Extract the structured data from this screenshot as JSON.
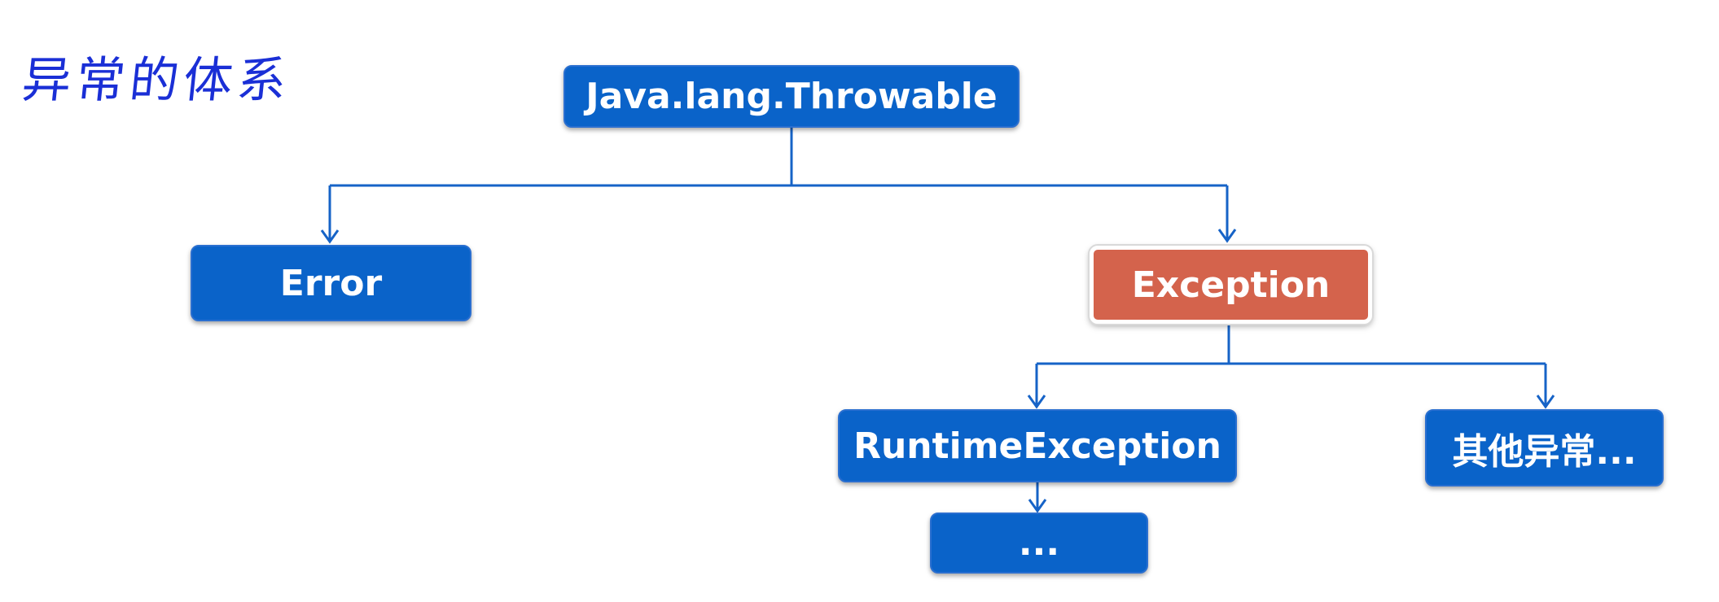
{
  "title": "异常的体系",
  "colors": {
    "node": "#0a63c9",
    "highlight_node": "#d4634c",
    "connector": "#1663c7",
    "title_text": "#1a2fd6"
  },
  "nodes": {
    "throwable": "Java.lang.Throwable",
    "error": "Error",
    "exception": "Exception",
    "runtime_exception": "RuntimeException",
    "other_exceptions": "其他异常...",
    "runtime_children": "..."
  },
  "edges": [
    {
      "from": "throwable",
      "to": "error"
    },
    {
      "from": "throwable",
      "to": "exception"
    },
    {
      "from": "exception",
      "to": "runtime_exception"
    },
    {
      "from": "exception",
      "to": "other_exceptions"
    },
    {
      "from": "runtime_exception",
      "to": "runtime_children"
    }
  ]
}
